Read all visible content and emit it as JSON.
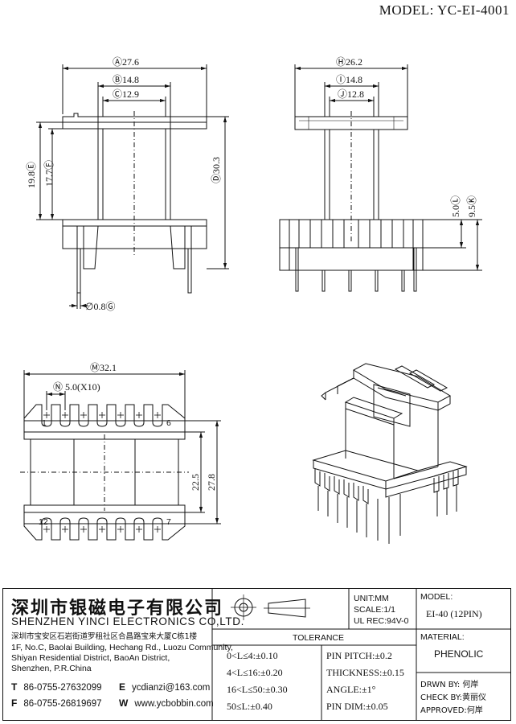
{
  "header": {
    "model_line": "MODEL: YC-EI-4001"
  },
  "front_view": {
    "dim_a": "Ⓐ27.6",
    "dim_b": "Ⓑ14.8",
    "dim_c": "Ⓒ12.9",
    "dim_d": "Ⓓ30.3",
    "dim_e": "19.8Ⓔ",
    "dim_f": "17.7Ⓕ",
    "dim_g": "∅0.8Ⓖ"
  },
  "side_view": {
    "dim_h": "Ⓗ26.2",
    "dim_i": "Ⓘ14.8",
    "dim_j": "Ⓙ12.8",
    "dim_l": "5.0Ⓛ",
    "dim_k": "9.5Ⓚ"
  },
  "bottom_view": {
    "dim_m": "Ⓜ32.1",
    "dim_n": "Ⓝ 5.0(X10)",
    "dim_225": "22.5",
    "dim_278": "27.8",
    "pin_1": "1",
    "pin_6": "6",
    "pin_12": "12",
    "pin_7": "7"
  },
  "title_block": {
    "company_cn": "深圳市银磁电子有限公司",
    "company_en": "SHENZHEN YINCI ELECTRONICS CO,LTD.",
    "addr_cn": "深圳市宝安区石岩街道罗租社区合昌路宝来大厦C栋1楼",
    "addr_en1": "1F, No.C, Baolai Building, Hechang Rd., Luozu Community,",
    "addr_en2": "Shiyan Residential District, BaoAn District,",
    "addr_en3": "Shenzhen, P.R.China",
    "tel_label": "T",
    "tel": "86-0755-27632099",
    "fax_label": "F",
    "fax": "86-0755-26819697",
    "email_label": "E",
    "email": "ycdianzi@163.com",
    "web_label": "W",
    "web": "www.ycbobbin.com",
    "unit": "UNIT:MM",
    "scale": "SCALE:1/1",
    "ul_rec": "UL REC:94V-0",
    "model_label": "MODEL:",
    "model_value": "EI-40 (12PIN)",
    "material_label": "MATERIAL:",
    "material_value": "PHENOLIC",
    "tolerance_title": "TOLERANCE",
    "tol_1": "0<L≤4:±0.10",
    "tol_2": "4<L≤16:±0.20",
    "tol_3": "16<L≤50:±0.30",
    "tol_4": "50≤L:±0.40",
    "pin_pitch": "PIN PITCH:±0.2",
    "thickness": "THICKNESS:±0.15",
    "angle": "ANGLE:±1°",
    "pin_dim": "PIN DIM:±0.05",
    "drawn_by": "DRWN BY: 何岸",
    "check_by": "CHECK BY:黄丽仪",
    "approved": "APPROVED:何岸"
  }
}
